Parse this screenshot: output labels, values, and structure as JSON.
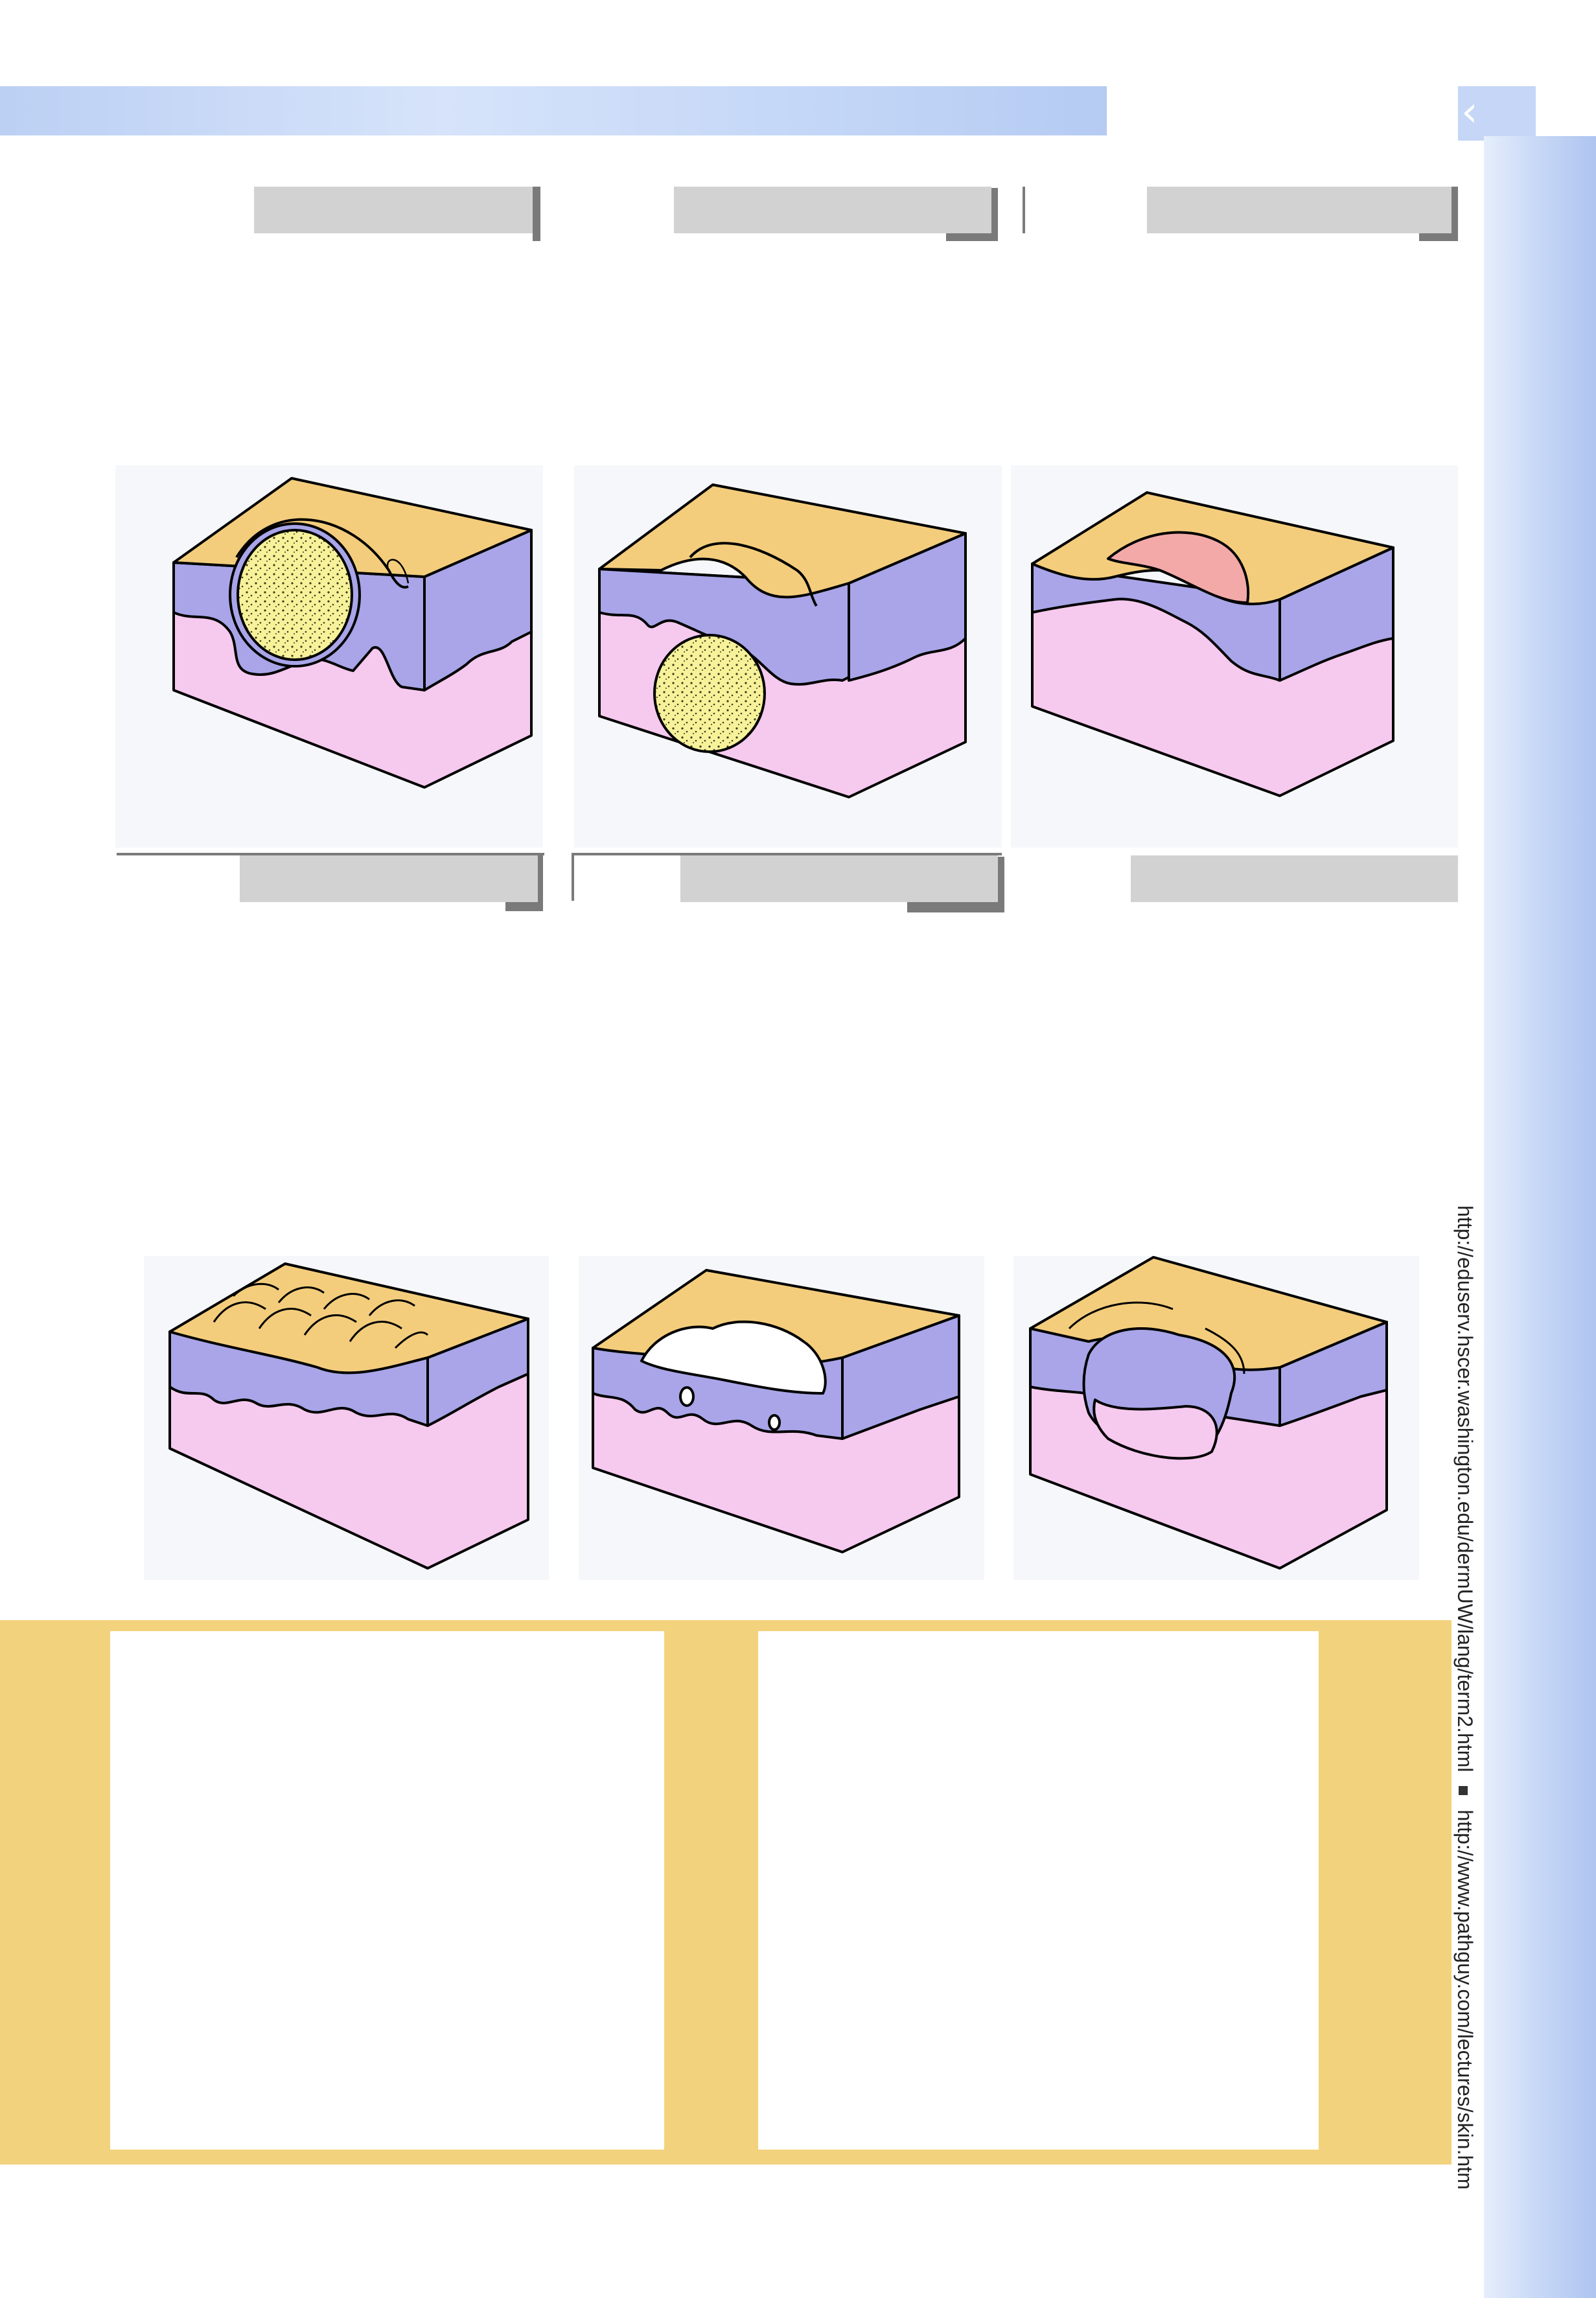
{
  "sidebar": {
    "url_primary": "http://eduserv.hscer.washington.edu/dermUW/lang/term2.html",
    "url_secondary": "http://www.pathguy.com/lectures/skin.htm"
  },
  "colors": {
    "epidermis_surface": "#f4cd7c",
    "epidermis_basal": "#a9a5e8",
    "dermis": "#f6c9ee",
    "nodule_fill": "#f7f29a",
    "erosion_red": "#f4a9a9",
    "scale_white": "#ffffff",
    "info_box": "#f3d27d",
    "sidebar_blue": "#b5cbf2"
  },
  "diagrams": [
    {
      "id": "nodule-epidermal",
      "icon": "skin-block-with-raised-nodule"
    },
    {
      "id": "nodule-dermal",
      "icon": "skin-block-with-deep-nodule"
    },
    {
      "id": "erosion",
      "icon": "skin-block-with-erosion"
    },
    {
      "id": "lichenification",
      "icon": "skin-block-with-lichenified-surface"
    },
    {
      "id": "scale-crust",
      "icon": "skin-block-with-scale"
    },
    {
      "id": "ulcer",
      "icon": "skin-block-with-ulcer"
    }
  ]
}
